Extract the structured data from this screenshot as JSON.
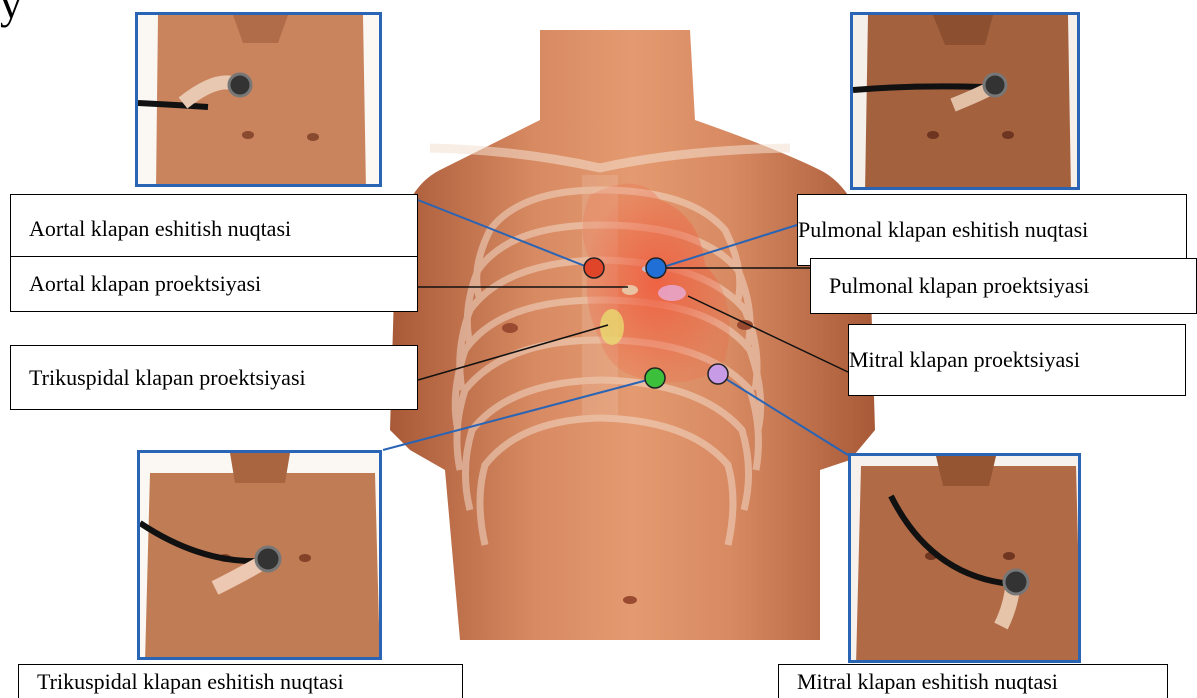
{
  "labels": {
    "aortic_point": "Aortal klapan eshitish nuqtasi",
    "pulmonary_point": "Pulmonal klapan eshitish nuqtasi",
    "aortic_projection": "Aortal klapan proektsiyasi",
    "pulmonary_projection": "Pulmonal klapan proektsiyasi",
    "tricuspid_projection": "Trikuspidal klapan proektsiyasi",
    "mitral_projection": "Mitral klapan proektsiyasi",
    "tricuspid_point": "Trikuspidal klapan eshitish nuqtasi",
    "mitral_point": "Mitral klapan eshitish nuqtasi"
  },
  "colors": {
    "aortic_dot": "#e0452a",
    "pulmonary_dot": "#1f6fd6",
    "tricuspid_dot": "#3cc03c",
    "mitral_dot": "#c79be6",
    "photo_border": "#2a64b4",
    "leader_blue": "#2a64b4",
    "leader_black": "#111111"
  },
  "icons": {
    "photos": [
      "stethoscope-aortic",
      "stethoscope-pulmonary",
      "stethoscope-tricuspid",
      "stethoscope-mitral"
    ]
  }
}
